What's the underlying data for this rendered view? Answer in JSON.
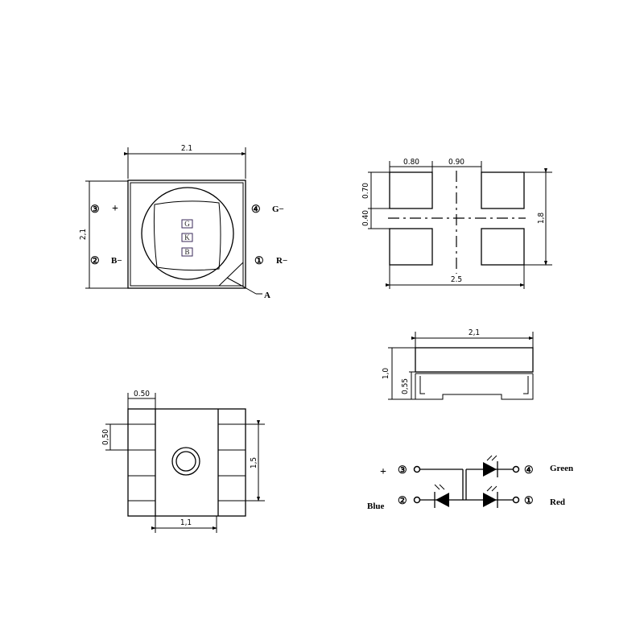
{
  "top_view": {
    "width_dim": "2.1",
    "height_dim": "2,1",
    "pins": [
      {
        "num": "③",
        "label": "+"
      },
      {
        "num": "④",
        "label": "G−"
      },
      {
        "num": "②",
        "label": "B−"
      },
      {
        "num": "①",
        "label": "R−"
      }
    ],
    "chip_labels": [
      "G",
      "K",
      "B"
    ],
    "cathode_mark": "A"
  },
  "footprint": {
    "pad_width": "0.80",
    "gap_width": "0.90",
    "pad_height": "0.70",
    "gap_height": "0.40",
    "total_height": "1,8",
    "total_width": "2.5"
  },
  "side_view": {
    "width_dim": "2,1",
    "height_dim": "1,0",
    "base_height": "0,55"
  },
  "bottom_view": {
    "pad_width": "0.50",
    "pad_height": "0,50",
    "pitch": "1,5",
    "center_width": "1,1"
  },
  "schematic": {
    "plus": "+",
    "pin3": "③",
    "pin2": "②",
    "pin4": "④",
    "pin1": "①",
    "green": "Green",
    "blue": "Blue",
    "red": "Red"
  },
  "colors": {
    "line": "#000000",
    "chip_border": "#3a2a5a"
  }
}
